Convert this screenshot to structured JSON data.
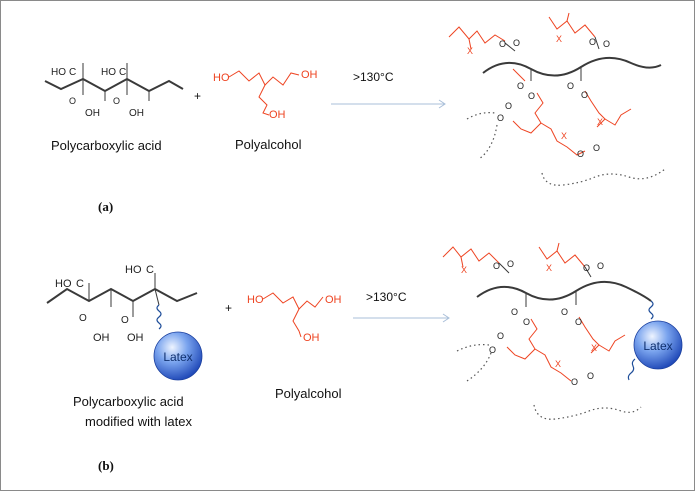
{
  "panels": {
    "a": {
      "label": "(a)",
      "acid_name": "Polycarboxylic acid",
      "alcohol_name": "Polyalcohol",
      "condition": ">130°C",
      "plus": "+",
      "groups": {
        "acid_top_left": "HO",
        "acid_top_right": "HO",
        "acid_bottom_left": "OH",
        "acid_bottom_right": "OH",
        "alc_left": "HO",
        "alc_right": "OH",
        "alc_bottom": "OH"
      }
    },
    "b": {
      "label": "(b)",
      "acid_name_line1": "Polycarboxylic acid",
      "acid_name_line2": "modified with latex",
      "alcohol_name": "Polyalcohol",
      "condition": ">130°C",
      "plus": "+",
      "latex_label": "Latex",
      "product_latex_label": "Latex",
      "groups": {
        "acid_top_left": "HO",
        "acid_top_right": "HO",
        "acid_bottom_left": "OH",
        "acid_bottom_right": "OH",
        "alc_left": "HO",
        "alc_right": "OH",
        "alc_bottom": "OH"
      }
    }
  },
  "colors": {
    "polymer": "#3a3a3a",
    "polyalcohol": "#ee4422",
    "latex": "#2f6fd6",
    "arrow": "#a9bfd9",
    "border": "#8a8a8a"
  }
}
